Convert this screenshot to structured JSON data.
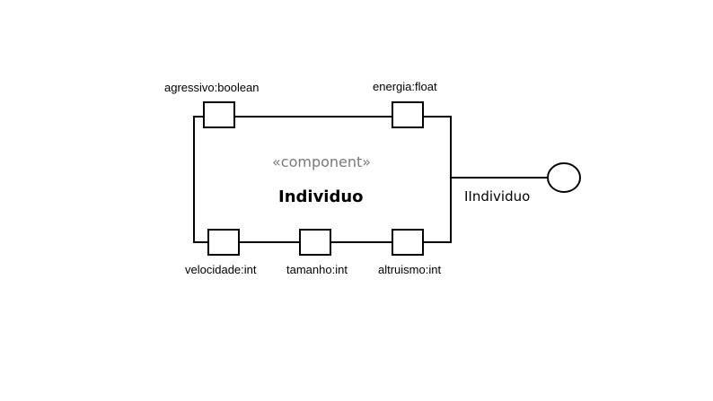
{
  "component": {
    "stereotype": "«component»",
    "name": "Individuo"
  },
  "ports": {
    "agressivo": "agressivo:boolean",
    "energia": "energia:float",
    "velocidade": "velocidade:int",
    "tamanho": "tamanho:int",
    "altruismo": "altruismo:int"
  },
  "interface": {
    "name": "IIndividuo"
  }
}
